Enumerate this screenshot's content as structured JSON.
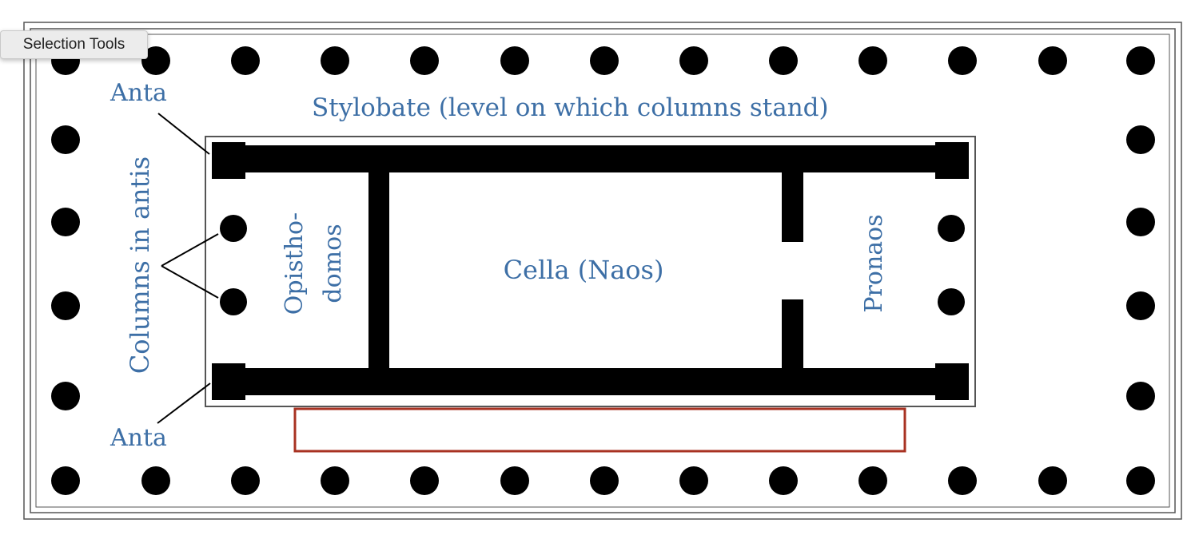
{
  "tooltip": {
    "text": "Selection Tools"
  },
  "labels": {
    "stylobate": "Stylobate (level on which columns stand)",
    "anta_top": "Anta",
    "anta_bottom": "Anta",
    "columns_in_antis": "Columns in antis",
    "opisthodomos_line1": "Opistho-",
    "opisthodomos_line2": "domos",
    "cella": "Cella (Naos)",
    "pronaos": "Pronaos"
  },
  "colors": {
    "label": "#3d6fa6",
    "wall": "#000000",
    "selection_box": "#a83222",
    "frame": "#555555"
  },
  "icons": [
    "column-dot",
    "selection-rectangle"
  ]
}
